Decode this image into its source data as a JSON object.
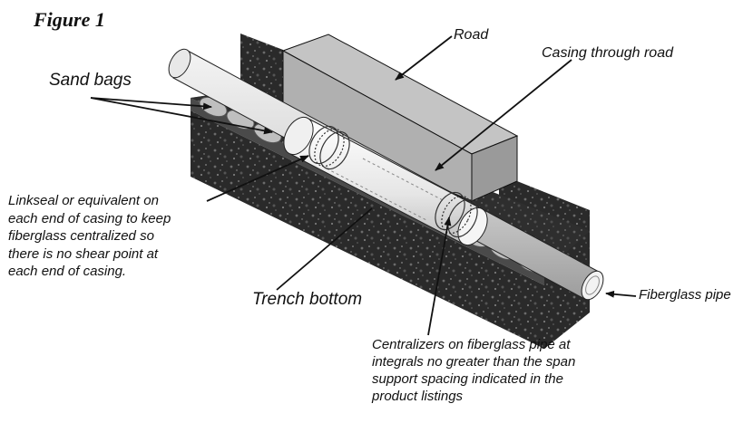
{
  "figure": {
    "title": "Figure 1"
  },
  "labels": {
    "road": "Road",
    "casing_through_road": "Casing through road",
    "sand_bags": "Sand bags",
    "linkseal_note": "Linkseal or equivalent on\neach end of casing to keep\nfiberglass centralized so\nthere is no shear point at\neach end of casing.",
    "trench_bottom": "Trench bottom",
    "fiberglass_pipe": "Fiberglass pipe",
    "centralizers_note": "Centralizers on fiberglass pipe at\nintegrals no greater than the span\nsupport spacing indicated in the\nproduct listings"
  },
  "colors": {
    "trench": "#2a2a2a",
    "trench_highlight": "#5a5a5a",
    "road_top": "#c4c4c4",
    "road_side": "#9a9a9a",
    "pipe": "#d6d6d6",
    "casing": "#ececec",
    "line": "#111111"
  }
}
